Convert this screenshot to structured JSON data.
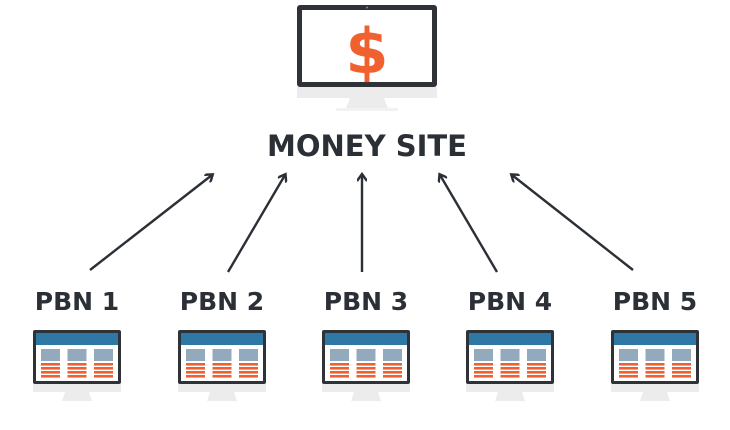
{
  "title": "MONEY SITE",
  "money_icon": "$",
  "pbns": [
    {
      "label": "PBN 1"
    },
    {
      "label": "PBN 2"
    },
    {
      "label": "PBN 3"
    },
    {
      "label": "PBN 4"
    },
    {
      "label": "PBN 5"
    }
  ],
  "colors": {
    "accent": "#f0612f",
    "bezel": "#2f3338",
    "header": "#2f78a6",
    "block": "#93a9bd",
    "stand": "#ececec"
  }
}
